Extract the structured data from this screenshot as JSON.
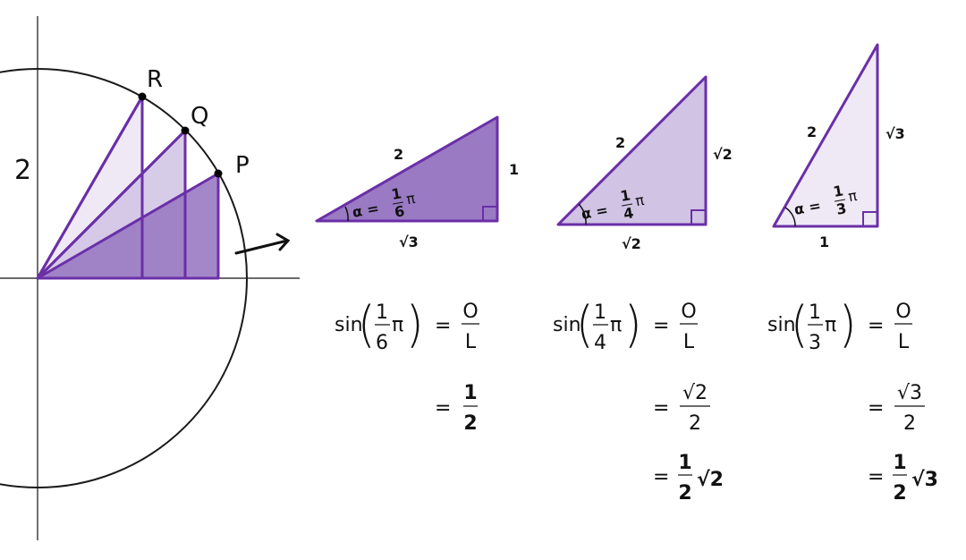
{
  "colors": {
    "stroke": "#6a2fa8",
    "fill_dark": "#9a7ac3",
    "fill_mid": "#d0c3e4",
    "fill_light": "#efe9f5",
    "ink": "#111111"
  },
  "circle": {
    "radius_label": "2",
    "points": [
      "P",
      "Q",
      "R"
    ]
  },
  "triangles": [
    {
      "hyp": "2",
      "opp": "1",
      "adj": "√3",
      "angle": {
        "alpha": "α =",
        "num": "1",
        "den": "6",
        "pi": "π"
      }
    },
    {
      "hyp": "2",
      "opp": "√2",
      "adj": "√2",
      "angle": {
        "alpha": "α =",
        "num": "1",
        "den": "4",
        "pi": "π"
      }
    },
    {
      "hyp": "2",
      "opp": "√3",
      "adj": "1",
      "angle": {
        "alpha": "α =",
        "num": "1",
        "den": "3",
        "pi": "π"
      }
    }
  ],
  "equations": [
    {
      "sin": "sin",
      "num": "1",
      "den": "6",
      "pi": "π",
      "eq": "=",
      "o": "O",
      "l": "L",
      "step2": {
        "eq": "=",
        "num": "1",
        "den": "2"
      }
    },
    {
      "sin": "sin",
      "num": "1",
      "den": "4",
      "pi": "π",
      "eq": "=",
      "o": "O",
      "l": "L",
      "step2": {
        "eq": "=",
        "num": "√2",
        "den": "2"
      },
      "step3": {
        "eq": "=",
        "num": "1",
        "den": "2",
        "root": "√2"
      }
    },
    {
      "sin": "sin",
      "num": "1",
      "den": "3",
      "pi": "π",
      "eq": "=",
      "o": "O",
      "l": "L",
      "step2": {
        "eq": "=",
        "num": "√3",
        "den": "2"
      },
      "step3": {
        "eq": "=",
        "num": "1",
        "den": "2",
        "root": "√3"
      }
    }
  ]
}
